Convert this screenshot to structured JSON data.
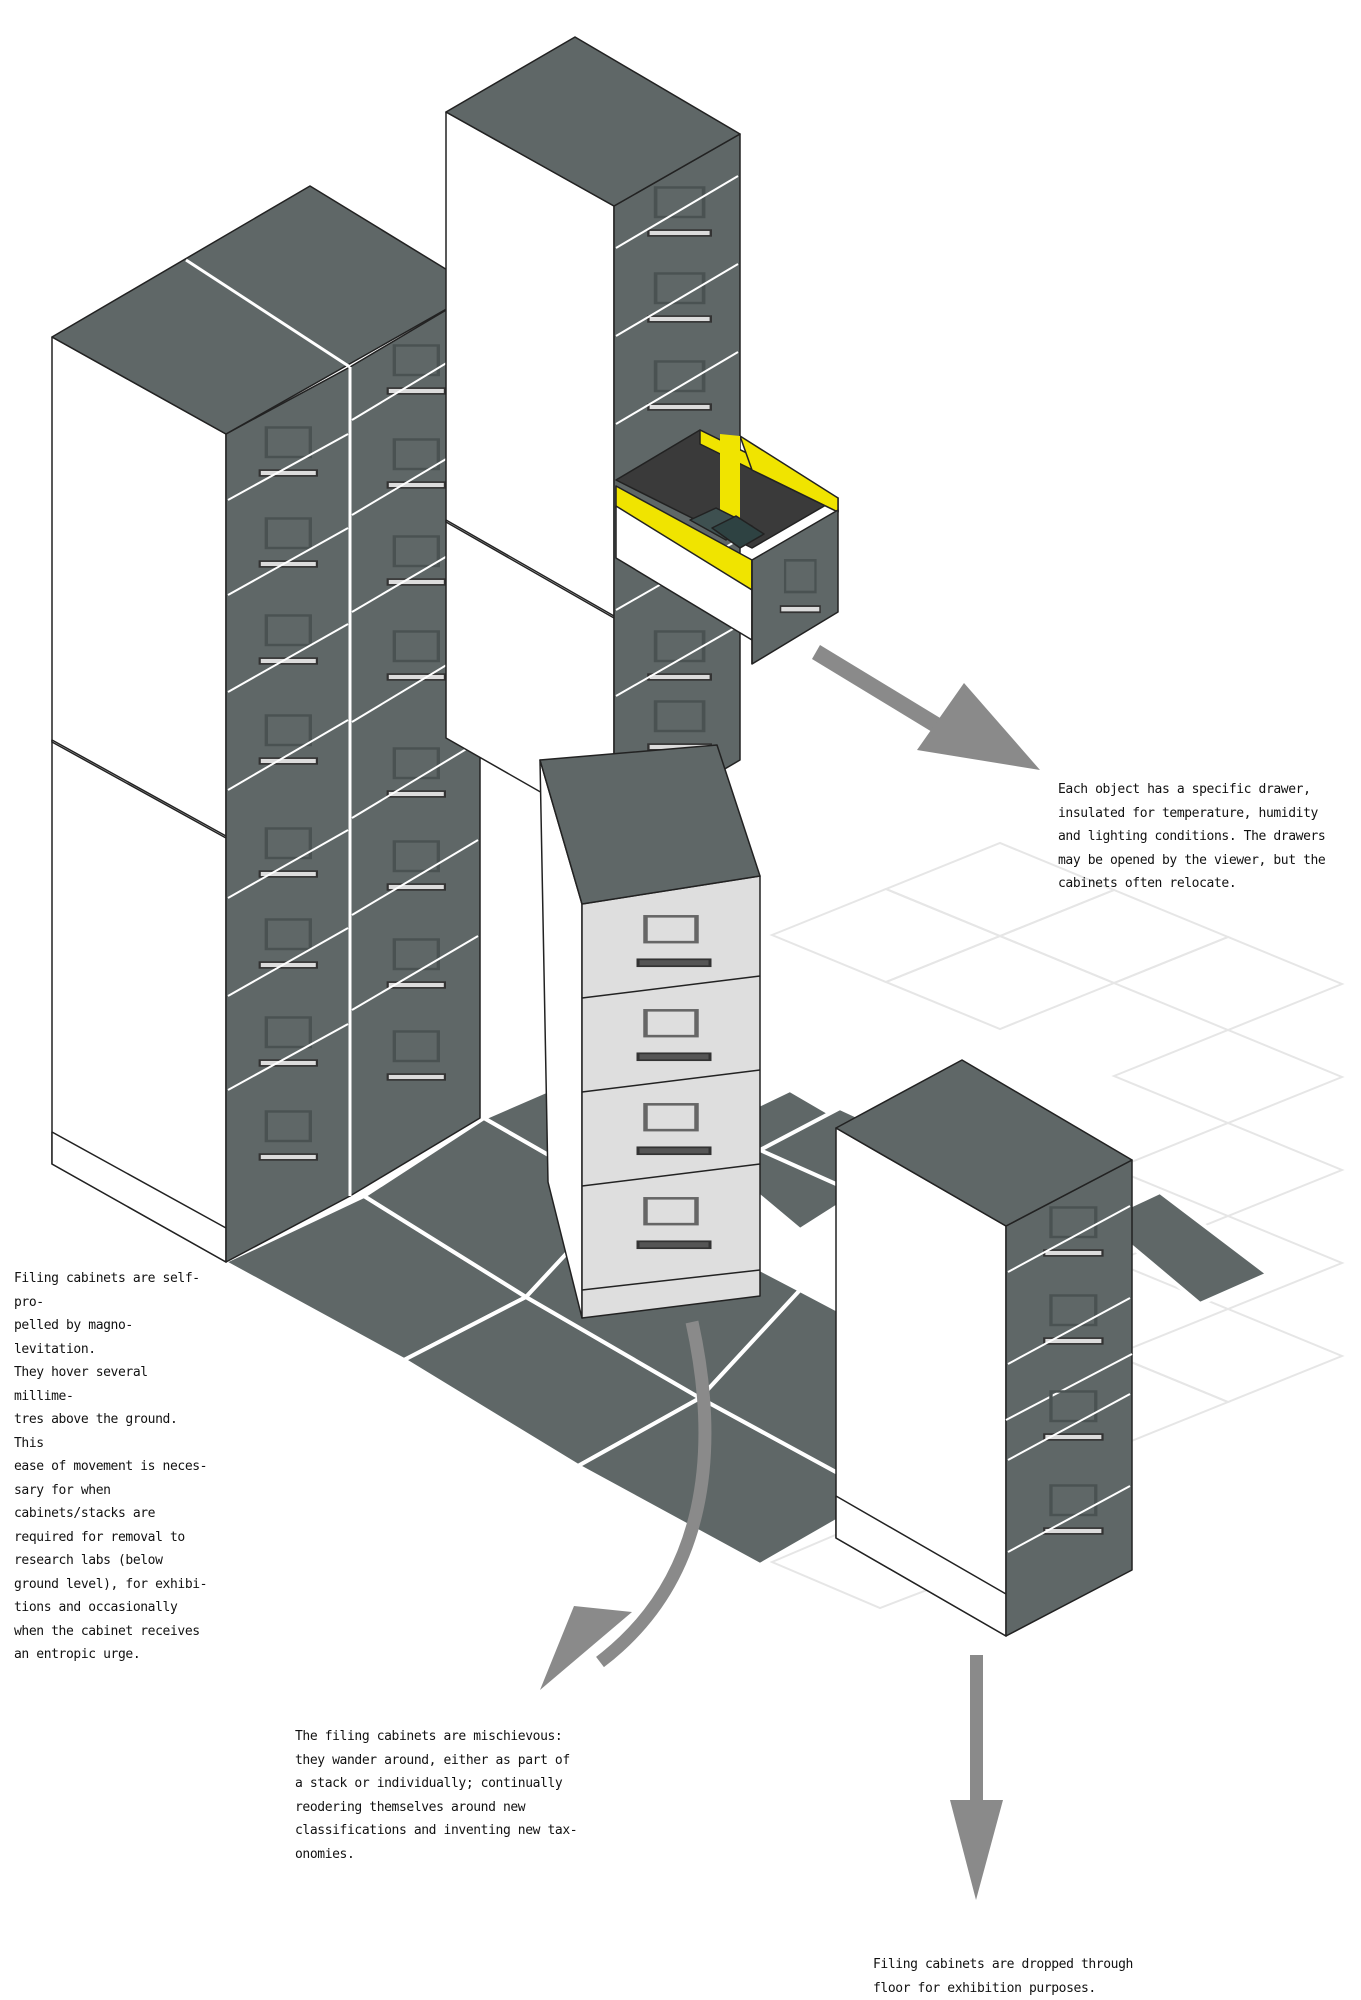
{
  "annotations": {
    "drawer": "Each object has a specific drawer,\ninsulated for temperature, humidity\nand lighting conditions. The drawers\nmay be opened by the viewer, but the\ncabinets often relocate.",
    "levitation": "Filing cabinets are self-pro-\npelled by magno-levitation.\nThey hover several millime-\ntres above the ground. This\nease of movement is neces-\nsary for when\ncabinets/stacks are\nrequired for removal to\nresearch labs (below\nground level), for exhibi-\ntions and occasionally\nwhen the cabinet receives\nan entropic urge.",
    "mischievous": "The filing cabinets are mischievous:\nthey wander around, either as part of\na stack or individually; continually\nreodering themselves around new\nclassifications and inventing new tax-\nonomies.",
    "exhibition": "Filing cabinets are dropped through\nfloor for exhibition purposes."
  },
  "colors": {
    "cabinet_dark": "#5f6767",
    "cabinet_light": "#dedede",
    "drawer_lining": "#f0e400",
    "arrow": "#8a8a8a",
    "outline": "#222222"
  }
}
